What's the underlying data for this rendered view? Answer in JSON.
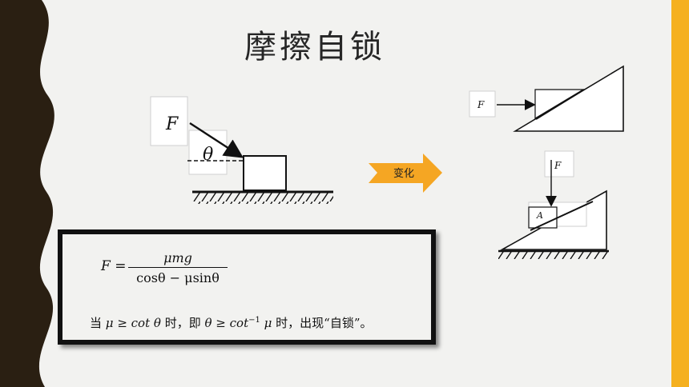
{
  "slide": {
    "title": "摩擦自锁",
    "colors": {
      "background": "#f2f2f0",
      "wave": "#2a1f12",
      "accent": "#f5b01f",
      "arrow": "#f5a623"
    }
  },
  "diagram_left": {
    "force_label": "F",
    "angle_label": "θ"
  },
  "transform_arrow": {
    "label": "变化"
  },
  "diagram_right_top": {
    "force_label": "F"
  },
  "diagram_right_bottom": {
    "force_label": "F",
    "block_label": "A"
  },
  "formula": {
    "lhs": "F =",
    "numerator": "μmg",
    "denominator": "cosθ − μsinθ",
    "condition_prefix": "当",
    "condition_mu": "μ ≥ cot θ",
    "condition_middle": "时，即",
    "condition_theta": "θ ≥ cot",
    "condition_sup": "−1",
    "condition_mu2": "μ",
    "condition_suffix": "时，出现“自锁”。"
  }
}
